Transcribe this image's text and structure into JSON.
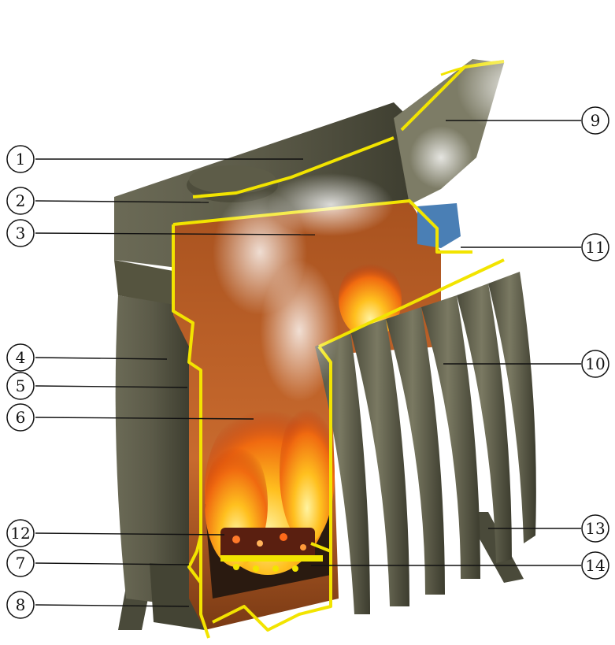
{
  "callouts": [
    {
      "id": "c1",
      "label": "1"
    },
    {
      "id": "c2",
      "label": "2"
    },
    {
      "id": "c3",
      "label": "3"
    },
    {
      "id": "c4",
      "label": "4"
    },
    {
      "id": "c5",
      "label": "5"
    },
    {
      "id": "c6",
      "label": "6"
    },
    {
      "id": "c7",
      "label": "7"
    },
    {
      "id": "c8",
      "label": "8"
    },
    {
      "id": "c9",
      "label": "9"
    },
    {
      "id": "c10",
      "label": "10"
    },
    {
      "id": "c11",
      "label": "11"
    },
    {
      "id": "c12",
      "label": "12"
    },
    {
      "id": "c13",
      "label": "13"
    },
    {
      "id": "c14",
      "label": "14"
    }
  ],
  "colors": {
    "body_metal": "#5b5a48",
    "body_metal_dark": "#3e3e30",
    "cut_edge": "#f2e400",
    "firebox_wall": "#c7612a",
    "flame_core": "#ffd23a",
    "flame_outer": "#e8590c",
    "insulation": "#4a7fb5",
    "smoke": "#e9e9e9"
  }
}
